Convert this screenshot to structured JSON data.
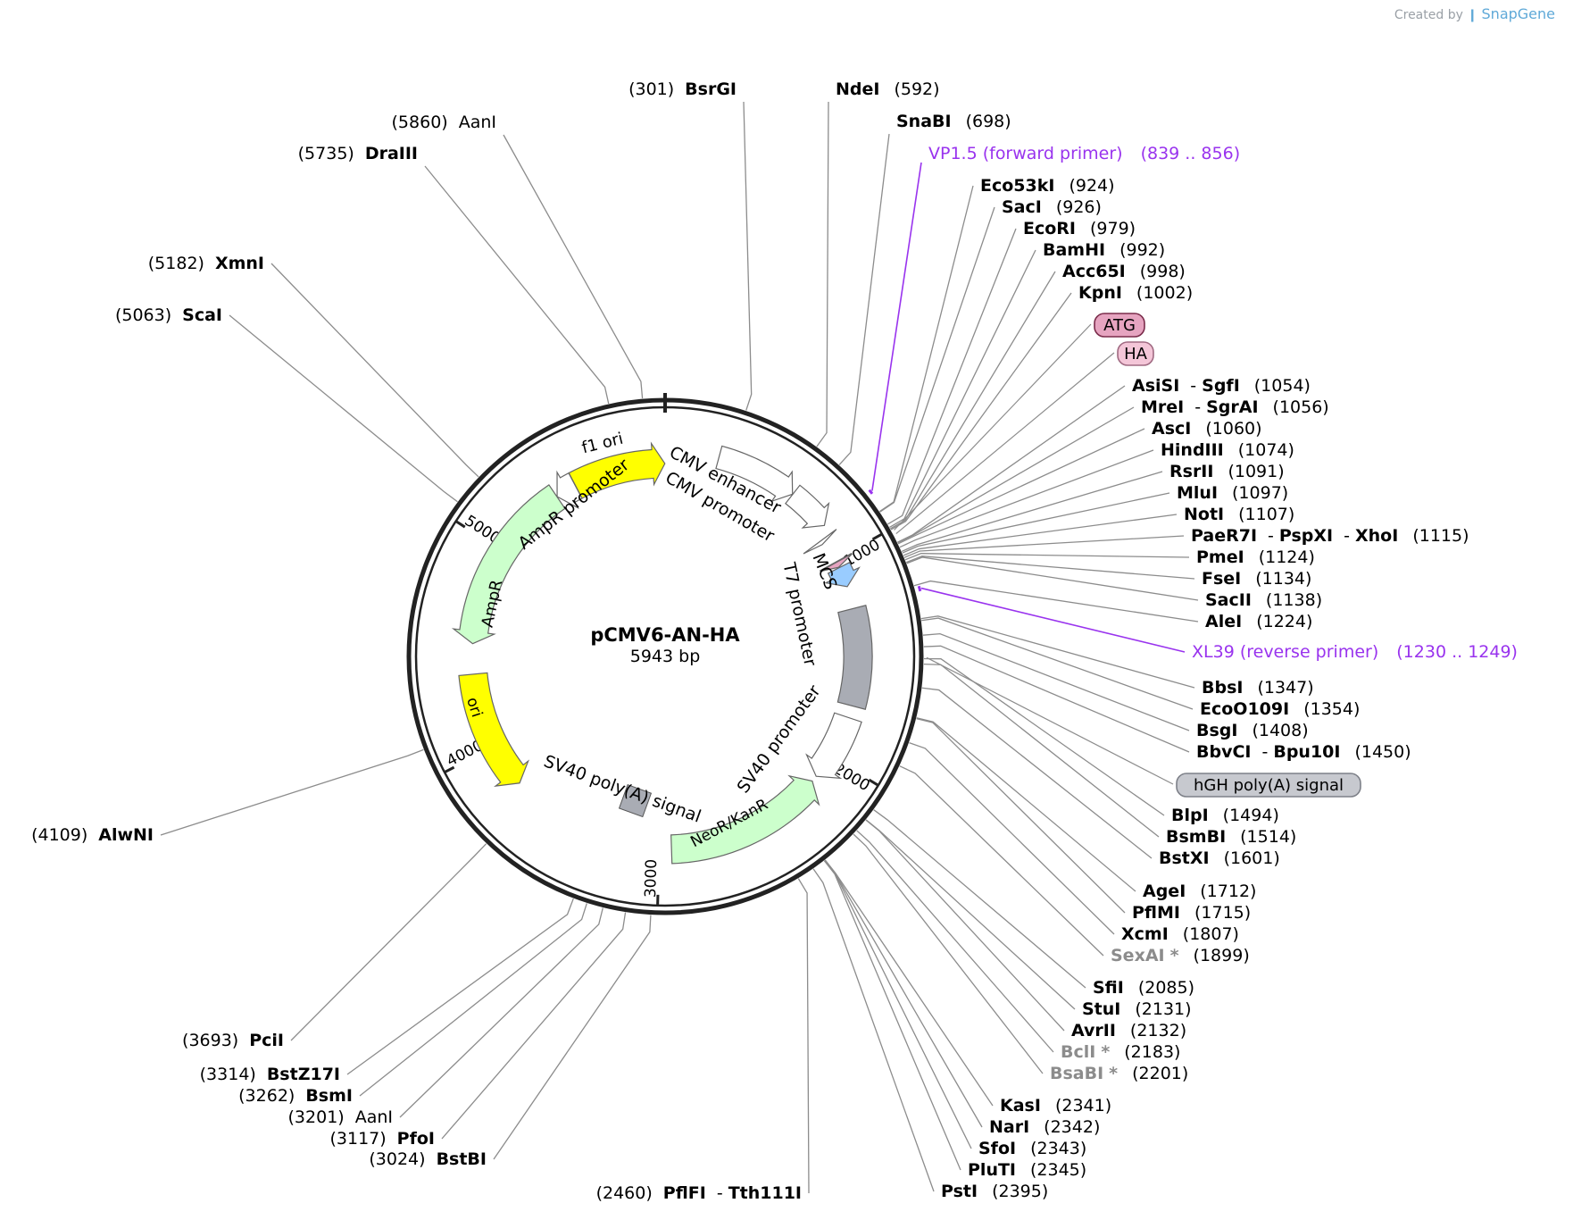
{
  "branding": {
    "created_by": "Created by",
    "app": "SnapGene"
  },
  "plasmid": {
    "name": "pCMV6-AN-HA",
    "size": 5943,
    "size_label": "5943 bp"
  },
  "ticks": [
    {
      "pos": 1000,
      "label": "1000"
    },
    {
      "pos": 2000,
      "label": "2000"
    },
    {
      "pos": 3000,
      "label": "3000"
    },
    {
      "pos": 4000,
      "label": "4000"
    },
    {
      "pos": 5000,
      "label": "5000"
    }
  ],
  "features": [
    {
      "name": "f1 ori",
      "start": 5486,
      "end": 5942,
      "dir": 1,
      "color": "#ffff00",
      "label": "f1 ori"
    },
    {
      "name": "AmpR promoter",
      "start": 5381,
      "end": 5485,
      "dir": -1,
      "color": "#ffffff",
      "label": "AmpR promoter"
    },
    {
      "name": "AmpR",
      "start": 4520,
      "end": 5380,
      "dir": -1,
      "color": "#ccffcc",
      "label": "AmpR"
    },
    {
      "name": "ori",
      "start": 3780,
      "end": 4370,
      "dir": -1,
      "color": "#ffff00",
      "label": "ori"
    },
    {
      "name": "CMV enhancer",
      "start": 250,
      "end": 630,
      "dir": 1,
      "color": "#ffffff",
      "label": "CMV enhancer"
    },
    {
      "name": "CMV promoter",
      "start": 631,
      "end": 835,
      "dir": 1,
      "color": "#ffffff",
      "label": "CMV promoter"
    },
    {
      "name": "T7 promoter",
      "start": 882,
      "end": 901,
      "dir": 1,
      "color": "#ffffff",
      "label": "T7 promoter"
    },
    {
      "name": "ATG",
      "start": 1008,
      "end": 1010,
      "dir": 1,
      "color": "#e6a4c0",
      "label": "ATG"
    },
    {
      "name": "HA",
      "start": 1011,
      "end": 1037,
      "dir": 1,
      "color": "#e6a4c0",
      "label": "HA"
    },
    {
      "name": "MCS",
      "start": 1040,
      "end": 1140,
      "dir": 1,
      "color": "#99ccff",
      "label": "MCS"
    },
    {
      "name": "hGH poly(A) signal",
      "start": 1250,
      "end": 1730,
      "dir": 0,
      "color": "#a9acb4",
      "label": "hGH poly(A) signal"
    },
    {
      "name": "SV40 promoter",
      "start": 1790,
      "end": 2120,
      "dir": 1,
      "color": "#ffffff",
      "label": "SV40 promoter"
    },
    {
      "name": "NeoR/KanR",
      "start": 2150,
      "end": 2940,
      "dir": -1,
      "color": "#ccffcc",
      "label": "NeoR/KanR"
    },
    {
      "name": "SV40 poly(A) signal",
      "start": 3100,
      "end": 3230,
      "dir": 0,
      "color": "#a9acb4",
      "label": "SV40 poly(A) signal"
    }
  ],
  "primers": [
    {
      "name": "VP1.5 (forward primer)",
      "range": "(839 .. 856)",
      "start": 839,
      "end": 856
    },
    {
      "name": "XL39 (reverse primer)",
      "range": "(1230 .. 1249)",
      "start": 1230,
      "end": 1249
    }
  ],
  "sites": [
    {
      "pos": 301,
      "left": "(301)",
      "names": [
        "BsrGI"
      ]
    },
    {
      "pos": 592,
      "names": [
        "NdeI"
      ],
      "right": "(592)"
    },
    {
      "pos": 698,
      "names": [
        "SnaBI"
      ],
      "right": "(698)"
    },
    {
      "pos": 924,
      "names": [
        "Eco53kI"
      ],
      "right": "(924)"
    },
    {
      "pos": 926,
      "names": [
        "SacI"
      ],
      "right": "(926)"
    },
    {
      "pos": 979,
      "names": [
        "EcoRI"
      ],
      "right": "(979)"
    },
    {
      "pos": 992,
      "names": [
        "BamHI"
      ],
      "right": "(992)"
    },
    {
      "pos": 998,
      "names": [
        "Acc65I"
      ],
      "right": "(998)"
    },
    {
      "pos": 1002,
      "names": [
        "KpnI"
      ],
      "right": "(1002)"
    },
    {
      "pos": 1054,
      "names": [
        "AsiSI",
        "SgfI"
      ],
      "right": "(1054)"
    },
    {
      "pos": 1056,
      "names": [
        "MreI",
        "SgrAI"
      ],
      "right": "(1056)"
    },
    {
      "pos": 1060,
      "names": [
        "AscI"
      ],
      "right": "(1060)"
    },
    {
      "pos": 1074,
      "names": [
        "HindIII"
      ],
      "right": "(1074)"
    },
    {
      "pos": 1091,
      "names": [
        "RsrII"
      ],
      "right": "(1091)"
    },
    {
      "pos": 1097,
      "names": [
        "MluI"
      ],
      "right": "(1097)"
    },
    {
      "pos": 1107,
      "names": [
        "NotI"
      ],
      "right": "(1107)"
    },
    {
      "pos": 1115,
      "names": [
        "PaeR7I",
        "PspXI",
        "XhoI"
      ],
      "right": "(1115)"
    },
    {
      "pos": 1124,
      "names": [
        "PmeI"
      ],
      "right": "(1124)"
    },
    {
      "pos": 1134,
      "names": [
        "FseI"
      ],
      "right": "(1134)"
    },
    {
      "pos": 1138,
      "names": [
        "SacII"
      ],
      "right": "(1138)"
    },
    {
      "pos": 1224,
      "names": [
        "AleI"
      ],
      "right": "(1224)"
    },
    {
      "pos": 1347,
      "names": [
        "BbsI"
      ],
      "right": "(1347)"
    },
    {
      "pos": 1354,
      "names": [
        "EcoO109I"
      ],
      "right": "(1354)"
    },
    {
      "pos": 1408,
      "names": [
        "BsgI"
      ],
      "right": "(1408)"
    },
    {
      "pos": 1450,
      "names": [
        "BbvCI",
        "Bpu10I"
      ],
      "right": "(1450)"
    },
    {
      "pos": 1494,
      "names": [
        "BlpI"
      ],
      "right": "(1494)"
    },
    {
      "pos": 1514,
      "names": [
        "BsmBI"
      ],
      "right": "(1514)"
    },
    {
      "pos": 1601,
      "names": [
        "BstXI"
      ],
      "right": "(1601)"
    },
    {
      "pos": 1712,
      "names": [
        "AgeI"
      ],
      "right": "(1712)"
    },
    {
      "pos": 1715,
      "names": [
        "PflMI"
      ],
      "right": "(1715)"
    },
    {
      "pos": 1807,
      "names": [
        "XcmI"
      ],
      "right": "(1807)"
    },
    {
      "pos": 1899,
      "names": [
        "SexAI"
      ],
      "star": true,
      "right": "(1899)"
    },
    {
      "pos": 2085,
      "names": [
        "SfiI"
      ],
      "right": "(2085)"
    },
    {
      "pos": 2131,
      "names": [
        "StuI"
      ],
      "right": "(2131)"
    },
    {
      "pos": 2132,
      "names": [
        "AvrII"
      ],
      "right": "(2132)"
    },
    {
      "pos": 2183,
      "names": [
        "BclI"
      ],
      "star": true,
      "right": "(2183)"
    },
    {
      "pos": 2201,
      "names": [
        "BsaBI"
      ],
      "star": true,
      "right": "(2201)"
    },
    {
      "pos": 2341,
      "names": [
        "KasI"
      ],
      "right": "(2341)"
    },
    {
      "pos": 2342,
      "names": [
        "NarI"
      ],
      "right": "(2342)"
    },
    {
      "pos": 2343,
      "names": [
        "SfoI"
      ],
      "right": "(2343)"
    },
    {
      "pos": 2345,
      "names": [
        "PluTI"
      ],
      "right": "(2345)"
    },
    {
      "pos": 2395,
      "names": [
        "PstI"
      ],
      "right": "(2395)"
    },
    {
      "pos": 2460,
      "left": "(2460)",
      "names": [
        "PflFI",
        "Tth111I"
      ]
    },
    {
      "pos": 3024,
      "left": "(3024)",
      "names": [
        "BstBI"
      ]
    },
    {
      "pos": 3117,
      "left": "(3117)",
      "names": [
        "PfoI"
      ]
    },
    {
      "pos": 3201,
      "left": "(3201)",
      "names": [
        "AanI"
      ],
      "plain": true
    },
    {
      "pos": 3262,
      "left": "(3262)",
      "names": [
        "BsmI"
      ]
    },
    {
      "pos": 3314,
      "left": "(3314)",
      "names": [
        "BstZ17I"
      ]
    },
    {
      "pos": 3693,
      "left": "(3693)",
      "names": [
        "PciI"
      ]
    },
    {
      "pos": 4109,
      "left": "(4109)",
      "names": [
        "AlwNI"
      ]
    },
    {
      "pos": 5063,
      "left": "(5063)",
      "names": [
        "ScaI"
      ]
    },
    {
      "pos": 5182,
      "left": "(5182)",
      "names": [
        "XmnI"
      ]
    },
    {
      "pos": 5735,
      "left": "(5735)",
      "names": [
        "DraIII"
      ]
    },
    {
      "pos": 5860,
      "left": "(5860)",
      "names": [
        "AanI"
      ],
      "plain": true
    }
  ],
  "colors": {
    "ring": "#222222",
    "leader": "#8c8c8c",
    "primer": "#9933ee",
    "text": "#000000",
    "star": "#8c8c8c"
  }
}
